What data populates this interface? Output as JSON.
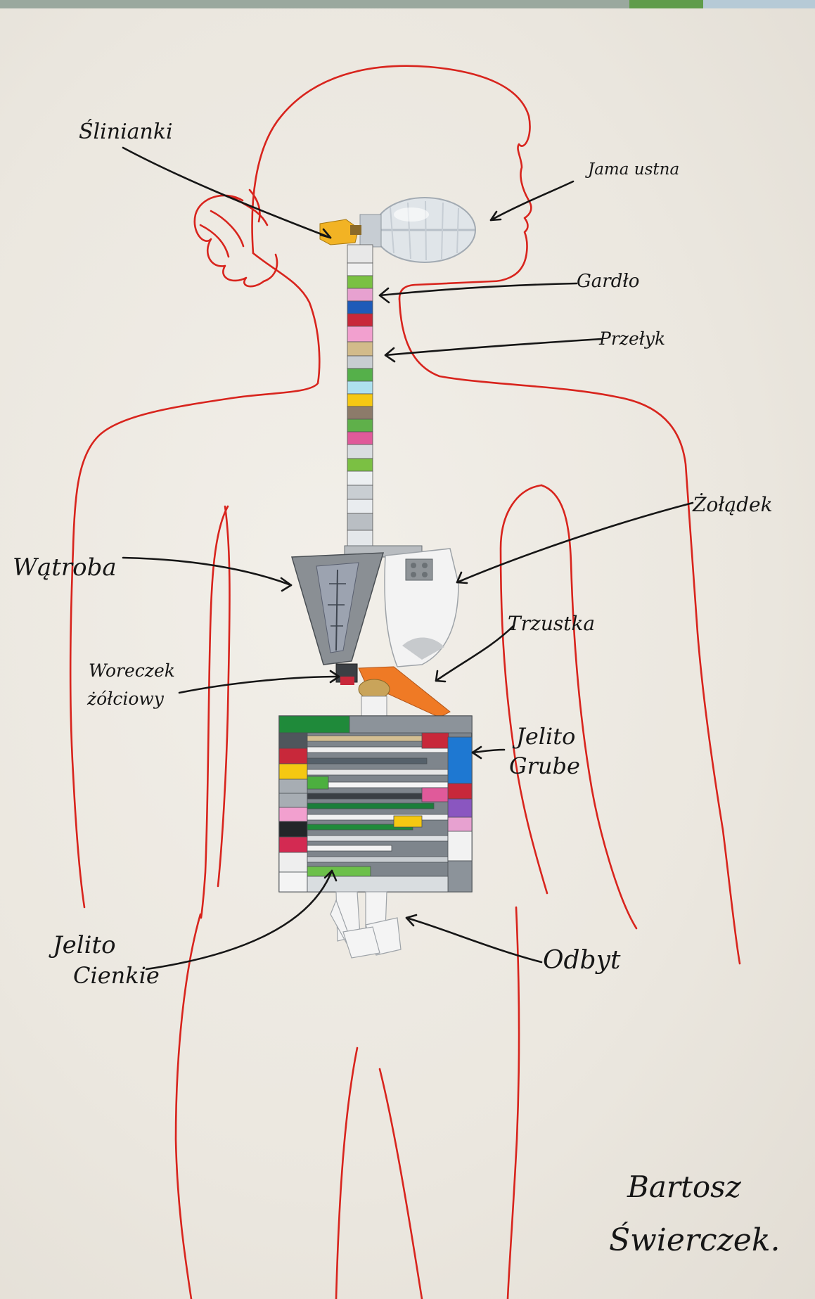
{
  "labels": {
    "slinianki": "Ślinianki",
    "jama_ustna": "Jama ustna",
    "gardlo": "Gardło",
    "przelyk": "Przełyk",
    "zoladek": "Żołądek",
    "watroba": "Wątroba",
    "trzustka": "Trzustka",
    "woreczek_line1": "Woreczek",
    "woreczek_line2": "żółciowy",
    "jelito_grube_line1": "Jelito",
    "jelito_grube_line2": "Grube",
    "jelito_cienkie_line1": "Jelito",
    "jelito_cienkie_line2": "Cienkie",
    "odbyt": "Odbyt"
  },
  "signature": {
    "line1": "Bartosz",
    "line2": "Świerczek."
  },
  "colors": {
    "outline": "#d8241d",
    "ink": "#161616",
    "board": "#ece8e1"
  }
}
